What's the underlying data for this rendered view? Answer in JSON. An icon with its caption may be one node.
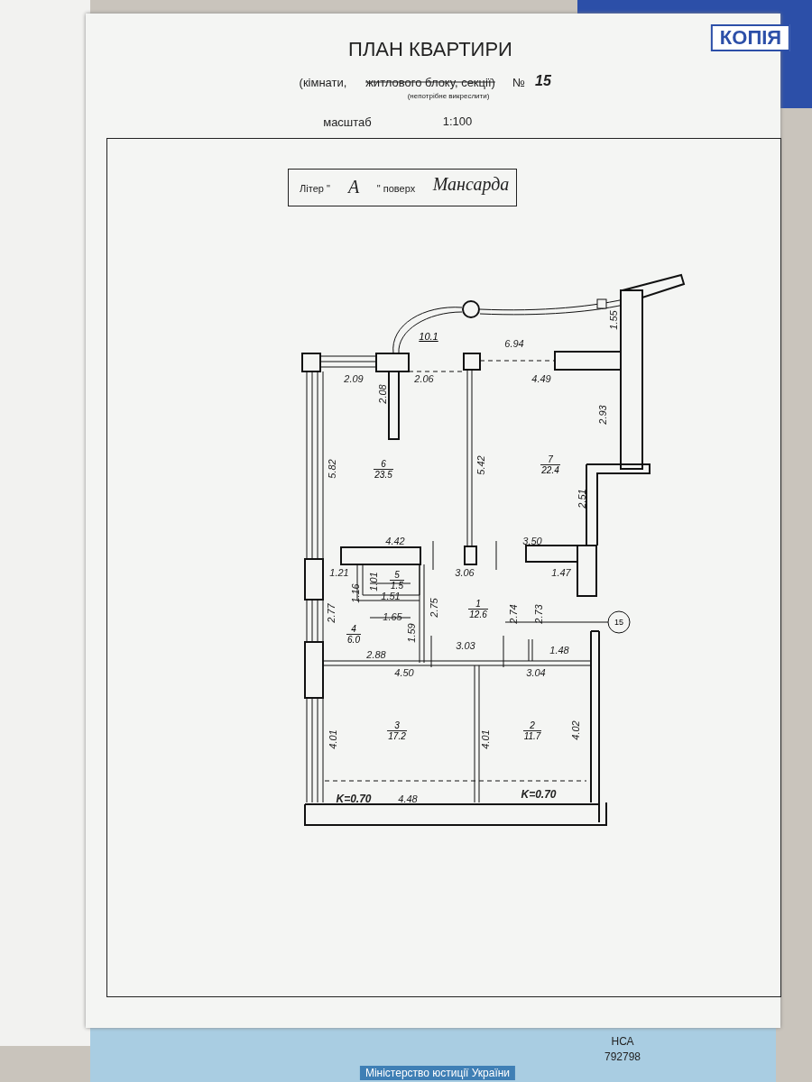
{
  "diagram": {
    "title": "ПЛАН КВАРТИРИ",
    "nodes": [
      {
        "text": [
          "10.1"
        ]
      },
      {
        "text": [
          "6",
          "23.5"
        ]
      },
      {
        "text": [
          "7",
          "22.4"
        ]
      },
      {
        "text": [
          "5",
          "1.5"
        ]
      },
      {
        "text": [
          "1",
          "12.6"
        ]
      },
      {
        "text": [
          "15"
        ]
      },
      {
        "text": [
          "4",
          "6.0"
        ]
      },
      {
        "text": [
          "3",
          "17.2"
        ]
      },
      {
        "text": [
          "2",
          "11.7"
        ]
      }
    ],
    "edges": [
      {
        "from": 5,
        "to": 4,
        "arrow": "none"
      }
    ],
    "labels": [
      "(кімнати,",
      "житлового блоку, секції)",
      "№",
      "15",
      "(непотрібне викреслити)",
      "масштаб",
      "1:100",
      "Літер \"",
      "А",
      "\" поверх",
      "Мансарда",
      "1.55",
      "6.94",
      "2.09",
      "2.06",
      "4.49",
      "2.08",
      "2.93",
      "5.82",
      "5.42",
      "2.51",
      "4.42",
      "3.50",
      "1.21",
      "3.06",
      "1.47",
      "1.16",
      "1.01",
      "1.51",
      "2.77",
      "1.65",
      "2.75",
      "2.74",
      "2.73",
      "1.59",
      "2.88",
      "3.03",
      "1.48",
      "4.50",
      "3.04",
      "4.01",
      "4.01",
      "4.02",
      "K=0.70",
      "4.48",
      "K=0.70",
      "КОПІЯ",
      "Міністерство юстиції України",
      "НСА",
      "792798"
    ]
  }
}
